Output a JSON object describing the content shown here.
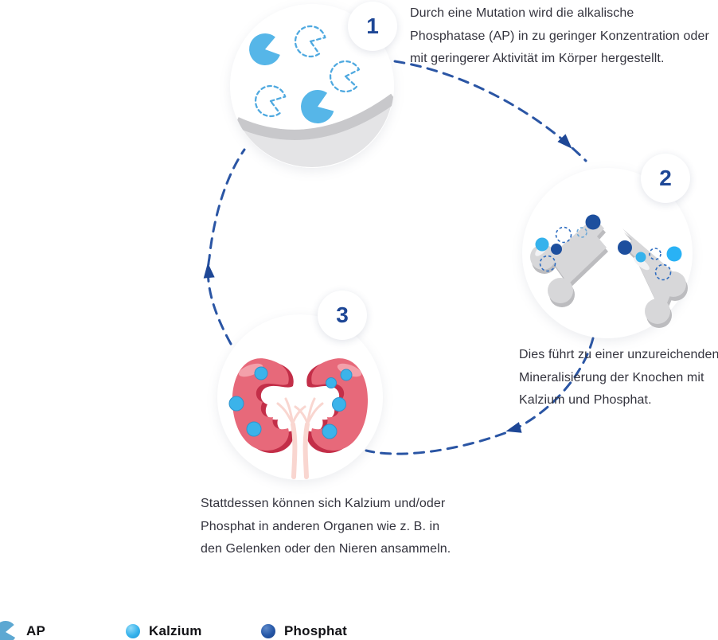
{
  "figure": {
    "steps": [
      {
        "number": "1",
        "illustration": "ap-enzymes-in-dish",
        "lines": [
          "Durch eine Mutation wird die alkalische",
          "Phosphatase (AP) in zu geringer Konzentration oder",
          "mit geringerer Aktivität im Körper hergestellt."
        ]
      },
      {
        "number": "2",
        "illustration": "broken-bone-with-minerals",
        "lines": [
          "Dies führt zu einer unzureichenden",
          "Mineralisierung der Knochen mit",
          "Kalzium und Phosphat."
        ]
      },
      {
        "number": "3",
        "illustration": "kidneys-with-calcium-deposits",
        "lines": [
          "Stattdessen können sich Kalzium und/oder",
          "Phosphat in anderen Organen wie z. B. in",
          "den Gelenken oder den Nieren ansammeln."
        ]
      }
    ],
    "legend": [
      {
        "icon": "ap-enzyme-icon",
        "label": "AP"
      },
      {
        "icon": "kalzium-icon",
        "label": "Kalzium"
      },
      {
        "icon": "phosphat-icon",
        "label": "Phosphat"
      }
    ],
    "colors": {
      "enzyme_blue": "#56b6e8",
      "enzyme_dashed_blue": "#4fa9e0",
      "kalzium_blue": "#35b2ec",
      "phosphat_navy": "#1d4f9e",
      "arrow_navy": "#2a55a4",
      "number_navy": "#1e4796",
      "bone_gray": "#d7d7d9",
      "kidney_red": "#e7697a",
      "text_dark": "#34343e"
    }
  }
}
